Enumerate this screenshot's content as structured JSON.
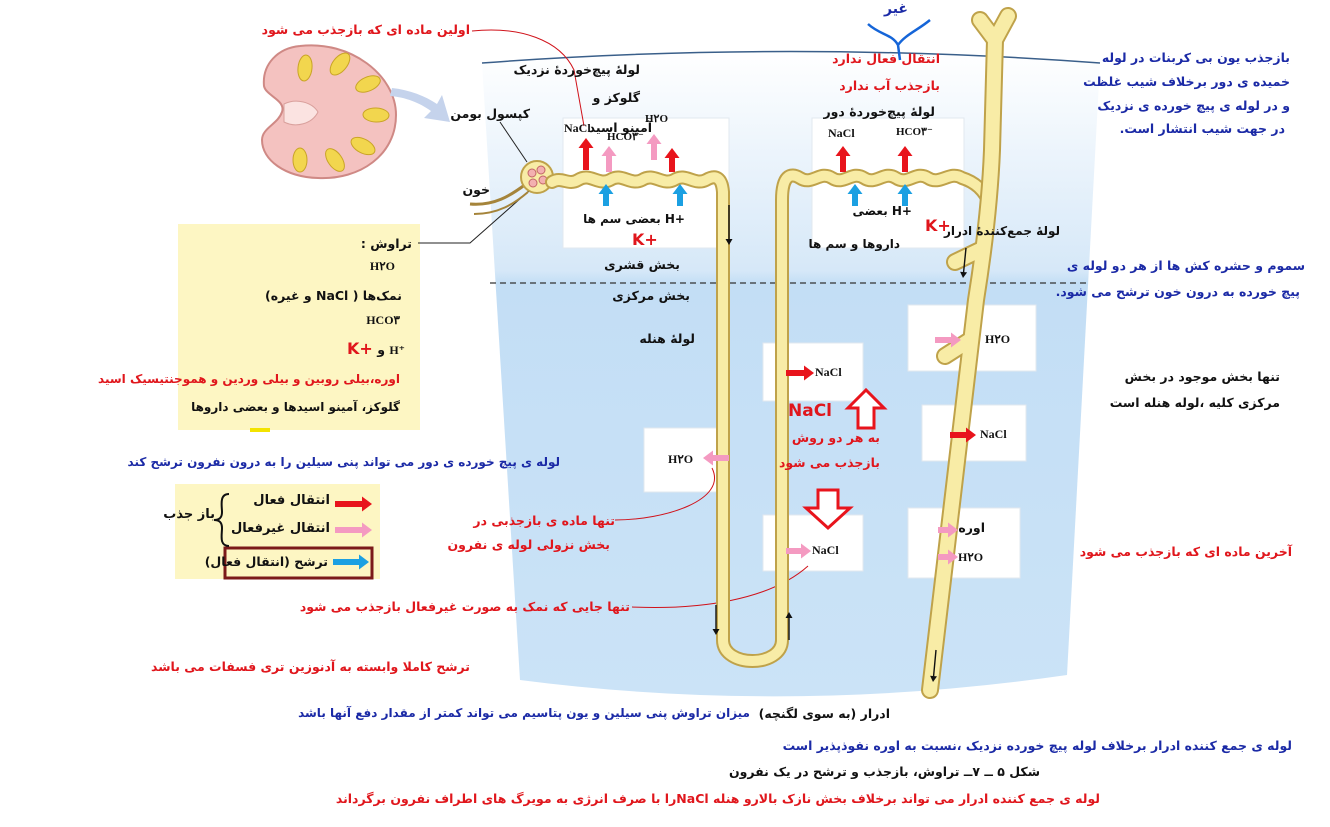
{
  "figure": {
    "caption": "شکل ۵ ــ ۷ــ تراوش، بازجذب و ترشح در یک نفرون"
  },
  "colors": {
    "active": "#e8141c",
    "passive": "#f49ac1",
    "secretion": "#1ba0e2",
    "note_red": "#e0161c",
    "note_blue": "#1b2aa6",
    "medulla_bg": "#c6e0f5",
    "tubule": "#f8eca6",
    "filtrate_box": "#fdf6c3",
    "secretion_box_border": "#7b1a1a"
  },
  "labels": {
    "pct": "لولهٔ پیچ‌خوردهٔ نزدیک",
    "bowman": "کپسول بومن",
    "blood": "خون",
    "dct": "لولهٔ پیچ‌خوردهٔ دور",
    "collecting_duct": "لولهٔ جمع‌کنندهٔ ادرار",
    "cortex": "بخش قشری",
    "medulla": "بخش مرکزی",
    "henle": "لولهٔ هنله",
    "urine": "ادرار (به سوی لگنچه)"
  },
  "proximal": {
    "nacl": "NaCl",
    "hco3": "HCO۳⁻",
    "h2o": "H۲O",
    "glucose": "گلوکز و",
    "amino": "آمینو اسید",
    "h_ion": "H+",
    "toxins": "بعضی سم ها",
    "k_ion": "K+"
  },
  "distal": {
    "nacl": "NaCl",
    "hco3": "HCO۳⁻",
    "h_ion": "H+",
    "some": "بعضی",
    "drugs": "داروها و سم ها",
    "k_ion": "K+",
    "insert": "غیر",
    "no_active": "انتقال فعال ندارد",
    "no_water": "بازجذب آب ندارد"
  },
  "filtration": {
    "title": "تراوش :",
    "water": "H۲O",
    "salts": "نمک‌ها ( NaCl و غیره)",
    "hco3": "HCO۳",
    "h_ion": "H⁺",
    "and": "و",
    "k_ion": "K+",
    "waste": "اوره،بیلی روبین و بیلی وردین و هموجنتیسیک اسید",
    "nutrients": "گلوکز، آمینو اسیدها و بعضی داروها"
  },
  "loop": {
    "descending_h2o": "H۲O",
    "thick_nacl": "NaCl",
    "nacl_big": "NaCl",
    "both_ways": [
      "به هر دو روش",
      "بازجذب می شود"
    ],
    "thin_nacl": "NaCl"
  },
  "collecting": {
    "h2o_top": "H۲O",
    "nacl": "NaCl",
    "urea": "اوره",
    "h2o_bottom": "H۲O"
  },
  "legend": {
    "active": "انتقال فعال",
    "passive": "انتقال غیرفعال",
    "reabsorption": "باز جذب",
    "secretion": "ترشح (انتقال فعال)"
  },
  "notes": {
    "first_reabsorbed": "اولین ماده ای که بازجذب می شود",
    "bicarbonate": [
      "بازجذب یون بی کربنات  در لوله",
      "خمیده ی دور برخلاف شیب غلظت",
      "و در لوله ی پیچ خورده ی نزدیک",
      "در جهت شیب انتشار است."
    ],
    "poisons": [
      "سموم و حشره کش ها از هر دو لوله ی",
      "پیچ خورده به درون خون ترشح می شود."
    ],
    "medulla_only": [
      "تنها بخش موجود در بخش",
      "مرکزی کلیه ،لوله هنله است"
    ],
    "last_reabsorbed": "آخرین ماده ای که بازجذب می شود",
    "penicillin_secretion": "لوله ی پیچ خورده ی دور می تواند پنی سیلین را به درون نفرون ترشح کند",
    "only_descending": [
      "تنها ماده ی بازجذبی در",
      "بخش نزولی لوله ی نفرون"
    ],
    "only_passive_salt": "تنها جایی که نمک به صورت غیرفعال بازجذب می شود",
    "atp": "ترشح کاملا وابسته به آدنوزین تری فسفات می باشد",
    "filtration_vs_excretion": "میزان تراوش پنی سیلین و یون پتاسیم می تواند کمتر از مقدار دفع آنها باشد",
    "collecting_urea": "لوله ی جمع کننده ادرار برخلاف لوله پیچ خورده نزدیک ،نسبت به اوره نفوذپذیر است",
    "collecting_nacl": "لوله ی جمع کننده ادرار می تواند برخلاف بخش نازک بالارو هنله  NaClرا با صرف انرژی به مویرگ های اطراف نفرون برگرداند"
  }
}
